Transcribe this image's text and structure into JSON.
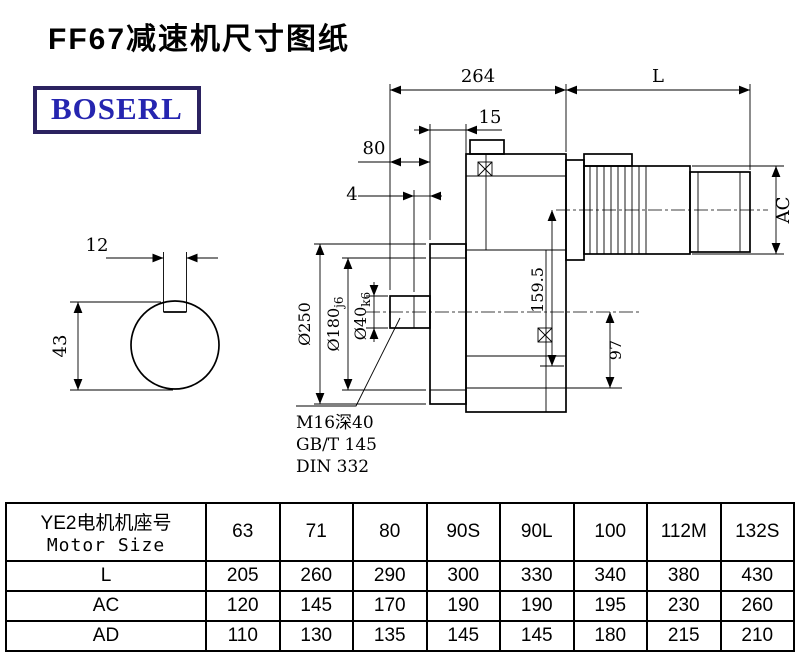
{
  "title": "FF67减速机尺寸图纸",
  "logo": {
    "text": "BOSERL"
  },
  "drawing": {
    "dims": {
      "length_gearbox": "264",
      "length_motor": "L",
      "flange_thickness": "15",
      "shaft_length": "80",
      "gap": "4",
      "motor_diameter": "AC",
      "axis_height": "159.5",
      "foot_height": "97",
      "flange_od": "Ø250",
      "spigot": {
        "d": "Ø180",
        "tol": "j6"
      },
      "shaft_dia": {
        "d": "Ø40",
        "tol": "k6"
      },
      "key_width": "12",
      "key_height": "43"
    },
    "notes": {
      "tap": "M16深40",
      "std_gb": "GB/T 145",
      "std_din": "DIN 332"
    }
  },
  "table": {
    "header": {
      "cn": "YE2电机机座号",
      "en": "Motor Size"
    },
    "sizes": [
      "63",
      "71",
      "80",
      "90S",
      "90L",
      "100",
      "112M",
      "132S"
    ],
    "rows": [
      {
        "label": "L",
        "values": [
          "205",
          "260",
          "290",
          "300",
          "330",
          "340",
          "380",
          "430"
        ]
      },
      {
        "label": "AC",
        "values": [
          "120",
          "145",
          "170",
          "190",
          "190",
          "195",
          "230",
          "260"
        ]
      },
      {
        "label": "AD",
        "values": [
          "110",
          "130",
          "135",
          "145",
          "145",
          "180",
          "215",
          "210"
        ]
      }
    ]
  }
}
